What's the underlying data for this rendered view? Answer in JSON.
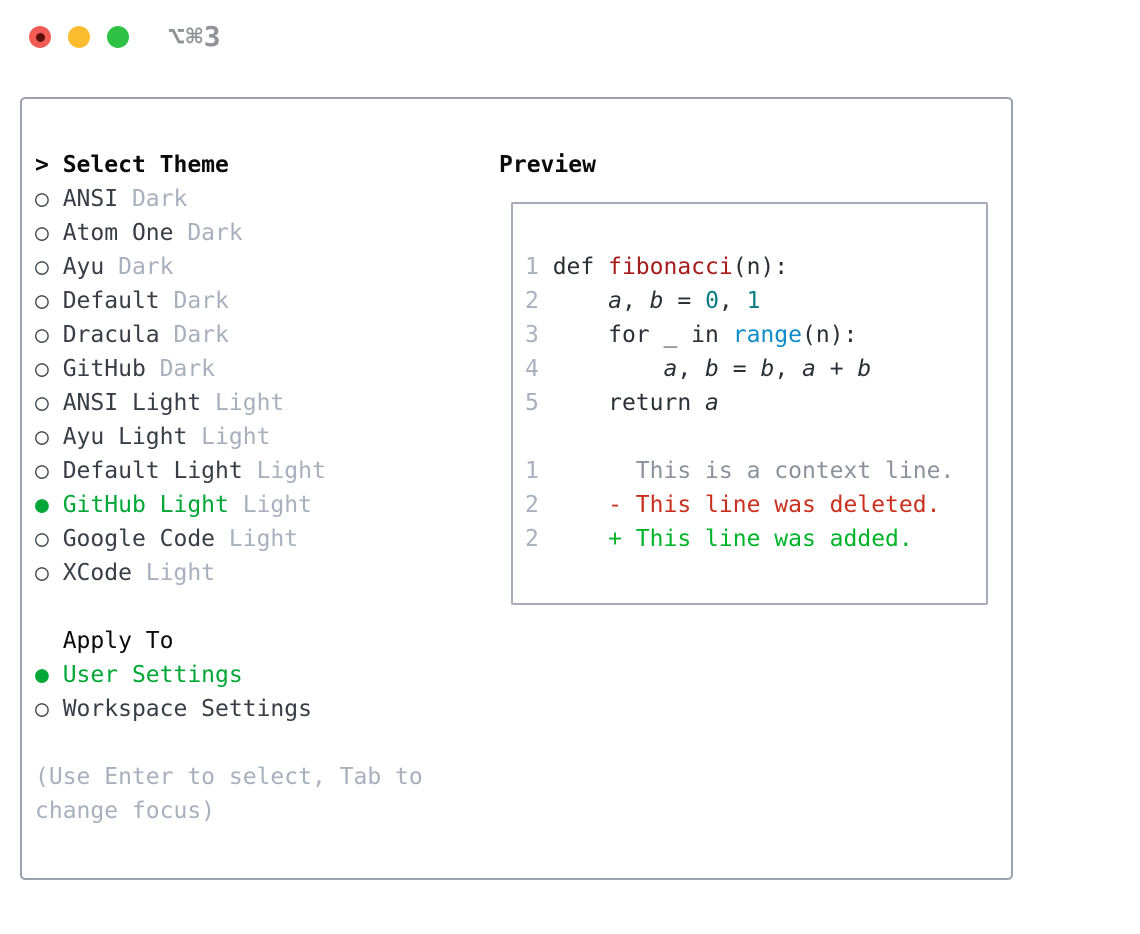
{
  "titlebar": {
    "shortcut": "⌥⌘3"
  },
  "icons": {
    "prompt": ">",
    "selected_radio": "●",
    "unselected_radio": "○"
  },
  "colors": {
    "accent_green": "#00a737",
    "added_green": "#00b42a",
    "deleted_red": "#c9301d",
    "function_red": "#a51c1c",
    "number_teal": "#0b7d85",
    "builtin_blue": "#0d8cc9",
    "text_dark": "#383d46",
    "muted_gray": "#a8b0bd",
    "context_gray": "#8b929c",
    "traffic_red": "#f25c55",
    "traffic_yellow": "#fcbc2e",
    "traffic_green": "#2ec245"
  },
  "theme_selector": {
    "heading": "Select Theme",
    "items": [
      {
        "label": "ANSI",
        "tag": "Dark",
        "selected": false
      },
      {
        "label": "Atom One",
        "tag": "Dark",
        "selected": false
      },
      {
        "label": "Ayu",
        "tag": "Dark",
        "selected": false
      },
      {
        "label": "Default",
        "tag": "Dark",
        "selected": false
      },
      {
        "label": "Dracula",
        "tag": "Dark",
        "selected": false
      },
      {
        "label": "GitHub",
        "tag": "Dark",
        "selected": false
      },
      {
        "label": "ANSI Light",
        "tag": "Light",
        "selected": false
      },
      {
        "label": "Ayu Light",
        "tag": "Light",
        "selected": false
      },
      {
        "label": "Default Light",
        "tag": "Light",
        "selected": false
      },
      {
        "label": "GitHub Light",
        "tag": "Light",
        "selected": true
      },
      {
        "label": "Google Code",
        "tag": "Light",
        "selected": false
      },
      {
        "label": "XCode",
        "tag": "Light",
        "selected": false
      }
    ]
  },
  "apply_to": {
    "heading": "Apply To",
    "options": [
      {
        "label": "User Settings",
        "selected": true
      },
      {
        "label": "Workspace Settings",
        "selected": false
      }
    ]
  },
  "hint": {
    "line1": "(Use Enter to select, Tab to",
    "line2": "change focus)"
  },
  "preview": {
    "heading": "Preview",
    "code_lines": [
      {
        "segments": [
          {
            "t": "1 ",
            "c": "ln"
          },
          {
            "t": "def ",
            "c": "code"
          },
          {
            "t": "fibonacci",
            "c": "func"
          },
          {
            "t": "(n):",
            "c": "code"
          }
        ]
      },
      {
        "segments": [
          {
            "t": "2 ",
            "c": "ln"
          },
          {
            "t": "    ",
            "c": "code"
          },
          {
            "t": "a",
            "c": "var"
          },
          {
            "t": ", ",
            "c": "code"
          },
          {
            "t": "b",
            "c": "var"
          },
          {
            "t": " = ",
            "c": "code"
          },
          {
            "t": "0",
            "c": "num"
          },
          {
            "t": ", ",
            "c": "code"
          },
          {
            "t": "1",
            "c": "num"
          }
        ]
      },
      {
        "segments": [
          {
            "t": "3 ",
            "c": "ln"
          },
          {
            "t": "    for _ in ",
            "c": "code"
          },
          {
            "t": "range",
            "c": "builtin"
          },
          {
            "t": "(n):",
            "c": "code"
          }
        ]
      },
      {
        "segments": [
          {
            "t": "4 ",
            "c": "ln"
          },
          {
            "t": "        ",
            "c": "code"
          },
          {
            "t": "a",
            "c": "var"
          },
          {
            "t": ", ",
            "c": "code"
          },
          {
            "t": "b",
            "c": "var"
          },
          {
            "t": " = ",
            "c": "code"
          },
          {
            "t": "b",
            "c": "var"
          },
          {
            "t": ", ",
            "c": "code"
          },
          {
            "t": "a",
            "c": "var"
          },
          {
            "t": " + ",
            "c": "code"
          },
          {
            "t": "b",
            "c": "var"
          }
        ]
      },
      {
        "segments": [
          {
            "t": "5 ",
            "c": "ln"
          },
          {
            "t": "    return ",
            "c": "code"
          },
          {
            "t": "a",
            "c": "var"
          }
        ]
      },
      {
        "segments": []
      },
      {
        "segments": [
          {
            "t": "1 ",
            "c": "ln"
          },
          {
            "t": "      This is a context line.",
            "c": "ctx"
          }
        ]
      },
      {
        "segments": [
          {
            "t": "2 ",
            "c": "ln"
          },
          {
            "t": "    - This line was deleted.",
            "c": "del"
          }
        ]
      },
      {
        "segments": [
          {
            "t": "2 ",
            "c": "ln"
          },
          {
            "t": "    + This line was added.",
            "c": "add"
          }
        ]
      }
    ]
  }
}
